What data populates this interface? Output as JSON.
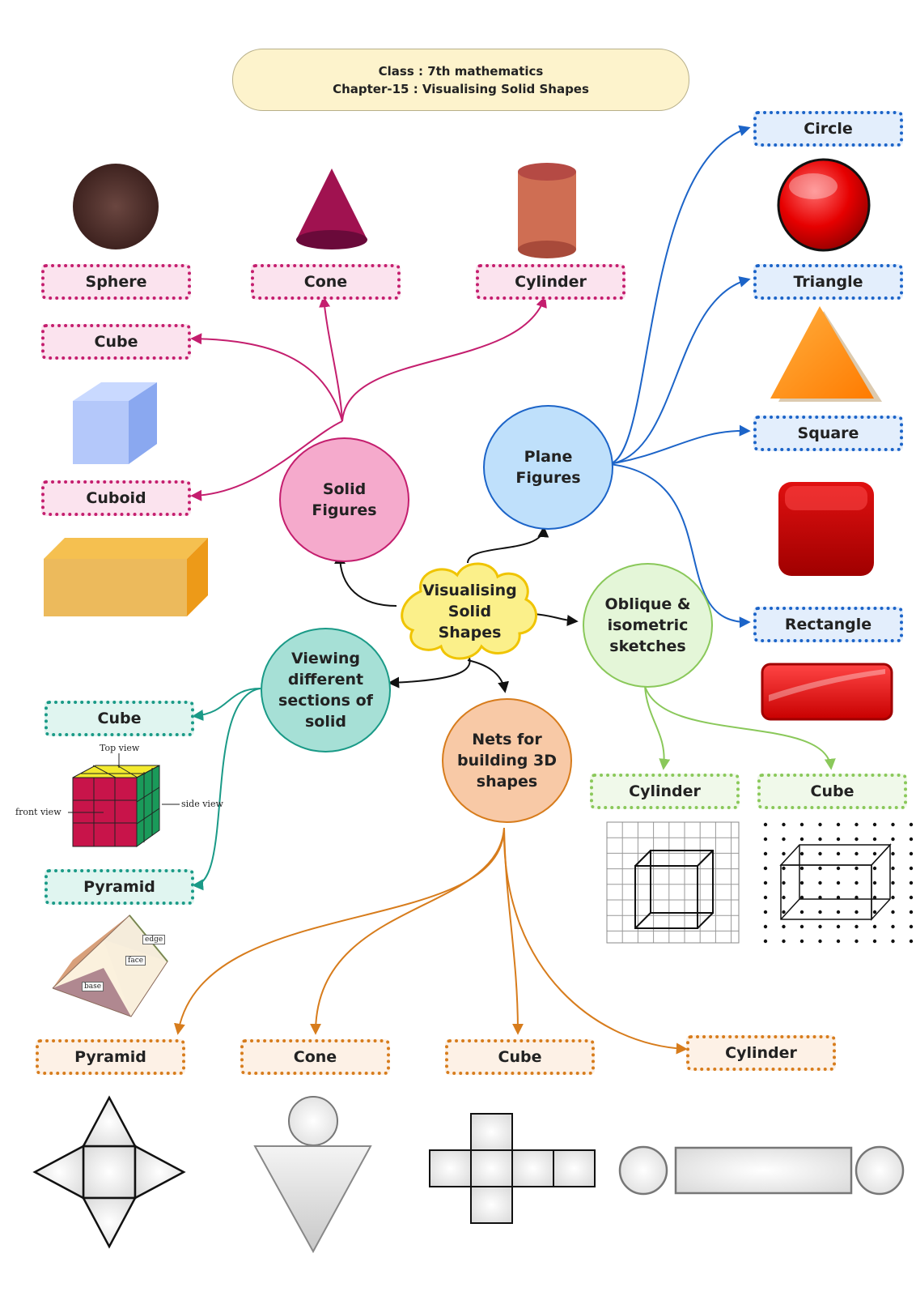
{
  "header": {
    "line1": "Class : 7th mathematics",
    "line2": "Chapter-15 : Visualising Solid Shapes"
  },
  "center": {
    "line1": "Visualising",
    "line2": "Solid",
    "line3": "Shapes"
  },
  "solid_figures": {
    "line1": "Solid",
    "line2": "Figures",
    "items": {
      "sphere": "Sphere",
      "cone": "Cone",
      "cylinder": "Cylinder",
      "cube": "Cube",
      "cuboid": "Cuboid"
    }
  },
  "plane_figures": {
    "line1": "Plane",
    "line2": "Figures",
    "items": {
      "circle": "Circle",
      "triangle": "Triangle",
      "square": "Square",
      "rectangle": "Rectangle"
    }
  },
  "oblique": {
    "line1": "Oblique &",
    "line2": "isometric",
    "line3": "sketches",
    "items": {
      "cylinder": "Cylinder",
      "cube": "Cube"
    }
  },
  "viewing": {
    "line1": "Viewing",
    "line2": "different",
    "line3": "sections of",
    "line4": "solid",
    "items": {
      "cube": "Cube",
      "pyramid": "Pyramid"
    },
    "cube_labels": {
      "top": "Top view",
      "front": "front view",
      "side": "side view"
    },
    "pyramid_labels": {
      "edge": "edge",
      "face": "face",
      "base": "base"
    }
  },
  "nets": {
    "line1": "Nets for",
    "line2": "building 3D",
    "line3": "shapes",
    "items": {
      "pyramid": "Pyramid",
      "cone": "Cone",
      "cube": "Cube",
      "cylinder": "Cylinder"
    }
  },
  "colors": {
    "solid": "#c41e6e",
    "plane": "#1c64c8",
    "viewing": "#1a9a87",
    "oblique": "#8ac85a",
    "nets": "#d77c1c",
    "center_fill": "#fbf08a"
  }
}
